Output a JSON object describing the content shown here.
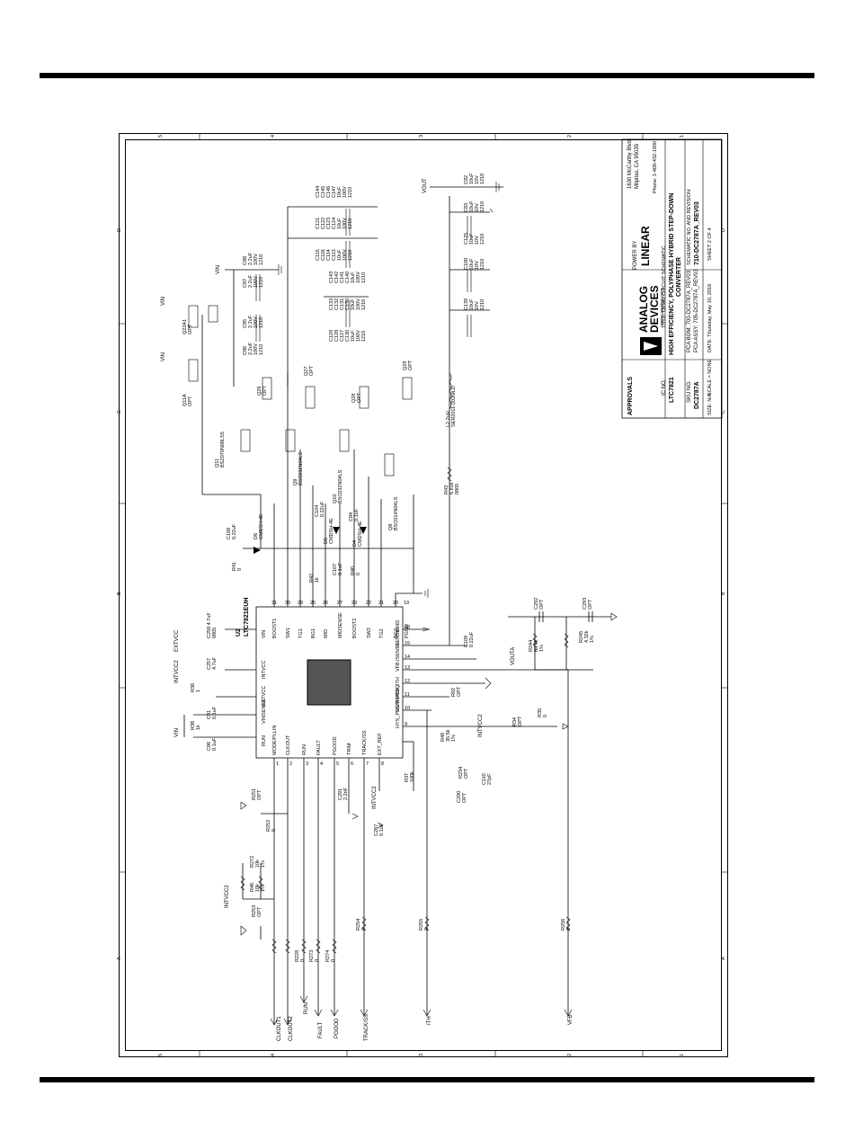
{
  "title_block": {
    "approvals": "APPROVALS",
    "company_address_1": "1630 McCarthy Blvd.",
    "company_address_2": "Milpitas, CA 95035",
    "phone": "Phone: 1-408-432-1900",
    "website": "www.analog.com",
    "logo_top": "ANALOG",
    "logo_bottom": "DEVICES",
    "power_by": "POWER BY",
    "linear": "LINEAR",
    "ic_no_label": "IC NO.",
    "ic_no": "LTC7821",
    "title_label": "TITLE: DEMO CIRCUIT SCHEMATIC",
    "title_line1": "HIGH EFFICIENCY, POLYPHASE HYBRID STEP-DOWN",
    "title_line2": "CONVERTER",
    "pca_bom": "PCA BOM: 700-DC2787A_REV03",
    "pca_assy": "PCA ASSY: 705-DC2787A_REV03",
    "sch_label": "SCHEMATIC NO. AND REVISION:",
    "sch_no": "710-DC2787A_REV03",
    "sku_label": "SKU NO.",
    "sku": "DC2787A",
    "date": "DATE: Thursday, May 10, 2018",
    "size": "SIZE: N/A",
    "scale": "SCALE = NONE",
    "sheet": "SHEET 2 OF 4"
  },
  "ic": {
    "ref": "U2",
    "part": "LTC7821EUH",
    "left_pins": [
      {
        "num": "31",
        "name": "BOOST1"
      },
      {
        "num": "30",
        "name": "SW1"
      },
      {
        "num": "29",
        "name": "TG1"
      },
      {
        "num": "25",
        "name": "BG1"
      },
      {
        "num": "26",
        "name": "MID"
      },
      {
        "num": "27",
        "name": "MIDSENSE"
      },
      {
        "num": "23",
        "name": "BOOST2"
      },
      {
        "num": "22",
        "name": "SW2"
      },
      {
        "num": "21",
        "name": "TG2"
      },
      {
        "num": "20",
        "name": "BG2"
      },
      {
        "num": "19",
        "name": "PGND"
      }
    ],
    "right_pins": [
      {
        "num": "33",
        "name": "GND"
      },
      {
        "num": "15",
        "name": "ISENSE+"
      },
      {
        "num": "14",
        "name": "ISENSE-"
      },
      {
        "num": "13",
        "name": "VFB"
      },
      {
        "num": "12",
        "name": "ITH"
      },
      {
        "num": "11",
        "name": "FREQ"
      },
      {
        "num": "10",
        "name": "SS/TRACK"
      },
      {
        "num": "9",
        "name": "HYS_PRGM"
      }
    ],
    "bottom_pins": [
      {
        "num": "1",
        "name": "MODE/PLLIN"
      },
      {
        "num": "2",
        "name": "CLKOUT"
      },
      {
        "num": "3",
        "name": "RUN"
      },
      {
        "num": "4",
        "name": "FAULT"
      },
      {
        "num": "5",
        "name": "PGOOD"
      },
      {
        "num": "6",
        "name": "TRIM"
      },
      {
        "num": "7",
        "name": "TRACK/SS"
      },
      {
        "num": "8",
        "name": "EXT_REF"
      }
    ],
    "top_pins": [
      {
        "num": "18",
        "name": "VIN"
      },
      {
        "num": "17",
        "name": "INTVCC"
      },
      {
        "num": "16",
        "name": "EXTVCC"
      },
      {
        "num": "32",
        "name": "VINSENSE"
      },
      {
        "num": "28",
        "name": "RUN"
      }
    ]
  },
  "net_labels": {
    "vout": "VOUT",
    "vin_1": "VIN",
    "vin_2": "VIN",
    "vin_3": "VIN",
    "vin_4": "VIN",
    "intvcc_1": "INTVCC2",
    "intvcc_2": "INTVCC2",
    "intvcc_3": "INTVCC2",
    "intvcc_4": "INTVCC2",
    "extvcc": "EXTVCC",
    "voutx": "VOUTA",
    "clkout1": "CLKOUT1",
    "clkout2": "CLKOUT2",
    "run": "RUN",
    "fault": "FAULT",
    "pgood": "PGOOD",
    "trackss": "TRACK/SS",
    "ith": "ITH",
    "vfb": "VFB"
  },
  "components": {
    "q11": [
      "Q11",
      "BSZ070N08LS5"
    ],
    "q11a": [
      "Q11A",
      "OPT"
    ],
    "q22a1": [
      "Q22A1",
      "OPT"
    ],
    "q9": [
      "Q9",
      "BSC032N04LS"
    ],
    "q10": [
      "Q10",
      "BSC032N04LS"
    ],
    "q8": [
      "Q8",
      "BSC014N04LS"
    ],
    "q26": [
      "Q26",
      "OPT"
    ],
    "q27": [
      "Q27",
      "OPT"
    ],
    "q28": [
      "Q28",
      "OPT"
    ],
    "q29": [
      "Q29",
      "OPT"
    ],
    "l2": [
      "L2 2uH",
      "SER2011-202MLD"
    ],
    "r43": [
      "R43",
      "6.81k",
      "0805"
    ],
    "d6": [
      "D6",
      "CMDSH-4E"
    ],
    "d5": [
      "D5",
      "CMDSH-4E"
    ],
    "d4": [
      "D4",
      "CMDSH-4E"
    ],
    "c108": [
      "C108",
      "0.22uF"
    ],
    "c104": [
      "C104",
      "0.22uF"
    ],
    "c107": [
      "C107",
      "0.1uF"
    ],
    "c109": [
      "C109",
      "0.22uF"
    ],
    "r41": [
      "R41",
      "0"
    ],
    "r42": [
      "R42",
      "1k"
    ],
    "r40": [
      "R40",
      "0"
    ],
    "c84": [
      "C84",
      "0.1uF"
    ],
    "c258": [
      "C258 4.7uF",
      "0805"
    ],
    "c257": [
      "C257",
      "4.7uF"
    ],
    "r36": [
      "R36",
      "1"
    ],
    "r38": [
      "R38",
      "1k"
    ],
    "c91": [
      "C91",
      "0.1uF"
    ],
    "c86": [
      "C86",
      "0.1uF"
    ],
    "c85": [
      "C85",
      "2.2uF",
      "100V",
      "1210"
    ],
    "c87": [
      "C87",
      "2.2uF",
      "100V",
      "1210"
    ],
    "c88": [
      "C88",
      "2.2uF",
      "100V",
      "1210"
    ],
    "c86b": [
      "C86",
      "2.2uF",
      "100V",
      "1210"
    ],
    "cbank1": [
      "C129",
      "C128",
      "C127",
      "C130",
      "10uF",
      "100V",
      "1210"
    ],
    "cbank2": [
      "C133",
      "C132",
      "C131",
      "C130",
      "10uF",
      "100V",
      "1210"
    ],
    "cbank3": [
      "C143",
      "C142",
      "C141",
      "C140",
      "10uF",
      "100V",
      "1210"
    ],
    "cbank4": [
      "C115",
      "C116",
      "C114",
      "C113",
      "10uF",
      "100V",
      "1210"
    ],
    "cbank5": [
      "C121",
      "C122",
      "C123",
      "C124",
      "10uF",
      "100V",
      "1210"
    ],
    "cbank6": [
      "C144",
      "C145",
      "C146",
      "C147",
      "10uF",
      "100V",
      "1210"
    ],
    "cout1": [
      "C139",
      "10uF",
      "10V",
      "1210"
    ],
    "cout2": [
      "C100",
      "10uF",
      "10V",
      "1210"
    ],
    "cout3": [
      "C125",
      "10uF",
      "10V",
      "1210"
    ],
    "cout4": [
      "C83",
      "10uF",
      "10V",
      "1210"
    ],
    "cout5": [
      "C82",
      "10uF",
      "10V",
      "1210"
    ],
    "c292": [
      "C292",
      "OPT"
    ],
    "c293": [
      "C293",
      "OPT"
    ],
    "r244": [
      "R244",
      "60.4k",
      "1%"
    ],
    "r245": [
      "R245",
      "4.32k",
      "1%"
    ],
    "r92": [
      "R92",
      "OPT"
    ],
    "r34": [
      "R34",
      "OPT"
    ],
    "r35": [
      "R35",
      "0"
    ],
    "r48": [
      "R48",
      "35.5k",
      "1%"
    ],
    "r37": [
      "R37",
      "100k"
    ],
    "r234": [
      "R234",
      "OPT"
    ],
    "c290": [
      "C290",
      "OPT"
    ],
    "c110": [
      "C110",
      "27pF"
    ],
    "c291": [
      "C291",
      "2.2nF"
    ],
    "c287": [
      "C287",
      "0.1uF"
    ],
    "r251": [
      "R251",
      "OPT"
    ],
    "r252": [
      "R252",
      "0"
    ],
    "r272": [
      "R272",
      "10k",
      "1%"
    ],
    "r46": [
      "R46",
      "10k",
      "1%"
    ],
    "r253": [
      "R253",
      "OPT"
    ],
    "r228": [
      "R228",
      "0"
    ],
    "r273": [
      "R273",
      "0"
    ],
    "r274": [
      "R274",
      "0"
    ],
    "r254": [
      "R254",
      "0"
    ],
    "r255": [
      "R255",
      "0"
    ],
    "r256": [
      "R256",
      "0"
    ]
  },
  "border_letters": [
    "D",
    "C",
    "B",
    "A"
  ],
  "border_numbers": [
    "5",
    "4",
    "3",
    "2",
    "1"
  ]
}
